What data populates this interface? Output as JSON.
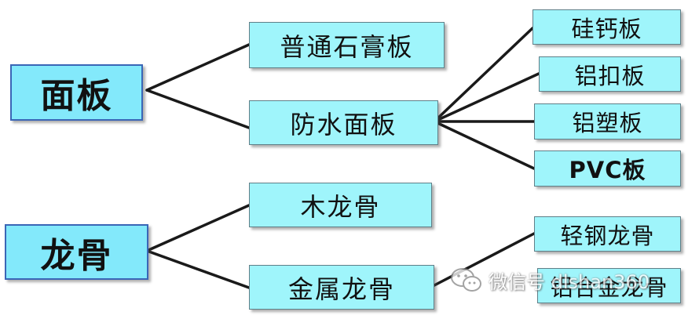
{
  "diagram": {
    "type": "tree",
    "trees": [
      {
        "root": "面板",
        "children": [
          {
            "label": "普通石膏板",
            "children": []
          },
          {
            "label": "防水面板",
            "children": [
              "硅钙板",
              "铝扣板",
              "铝塑板",
              "PVC板"
            ]
          }
        ]
      },
      {
        "root": "龙骨",
        "children": [
          {
            "label": "木龙骨",
            "children": []
          },
          {
            "label": "金属龙骨",
            "children": [
              "轻钢龙骨",
              "铝合金龙骨"
            ]
          }
        ]
      }
    ]
  },
  "nodes": {
    "mianban": "面板",
    "putong_shigaoban": "普通石膏板",
    "fangshui_mianban": "防水面板",
    "guigaiban": "硅钙板",
    "lvkouban": "铝扣板",
    "lvsuban": "铝塑板",
    "pvcban": "PVC板",
    "longgu": "龙骨",
    "mulonggu": "木龙骨",
    "jinshu_longgu": "金属龙骨",
    "qinggang_longgu": "轻钢龙骨",
    "lvhejin_longgu": "铝合金龙骨"
  },
  "watermark": {
    "text": "微信号 dlshan360",
    "icon": "wechat-logo-icon"
  },
  "colors": {
    "node_fill": "#9ff5fb",
    "root_fill": "#83e9fb",
    "root_border": "#3a66b6",
    "edge": "#1a1a1a"
  }
}
